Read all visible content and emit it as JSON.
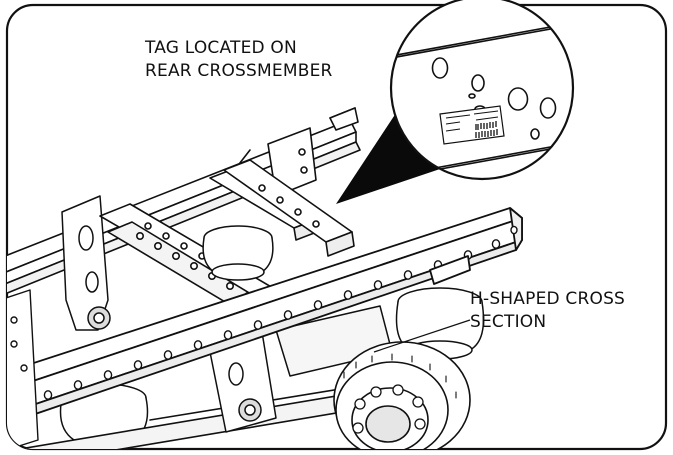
{
  "callouts": {
    "tag": {
      "line1": "TAG LOCATED ON",
      "line2": "REAR CROSSMEMBER"
    },
    "cross_section": {
      "line1": "H-SHAPED CROSS",
      "line2": "SECTION"
    }
  },
  "colors": {
    "line": "#111111",
    "background": "#ffffff",
    "leader": "#0a0a0a"
  },
  "icons": [
    "suspension-frame-drawing",
    "tag-detail-magnifier"
  ]
}
